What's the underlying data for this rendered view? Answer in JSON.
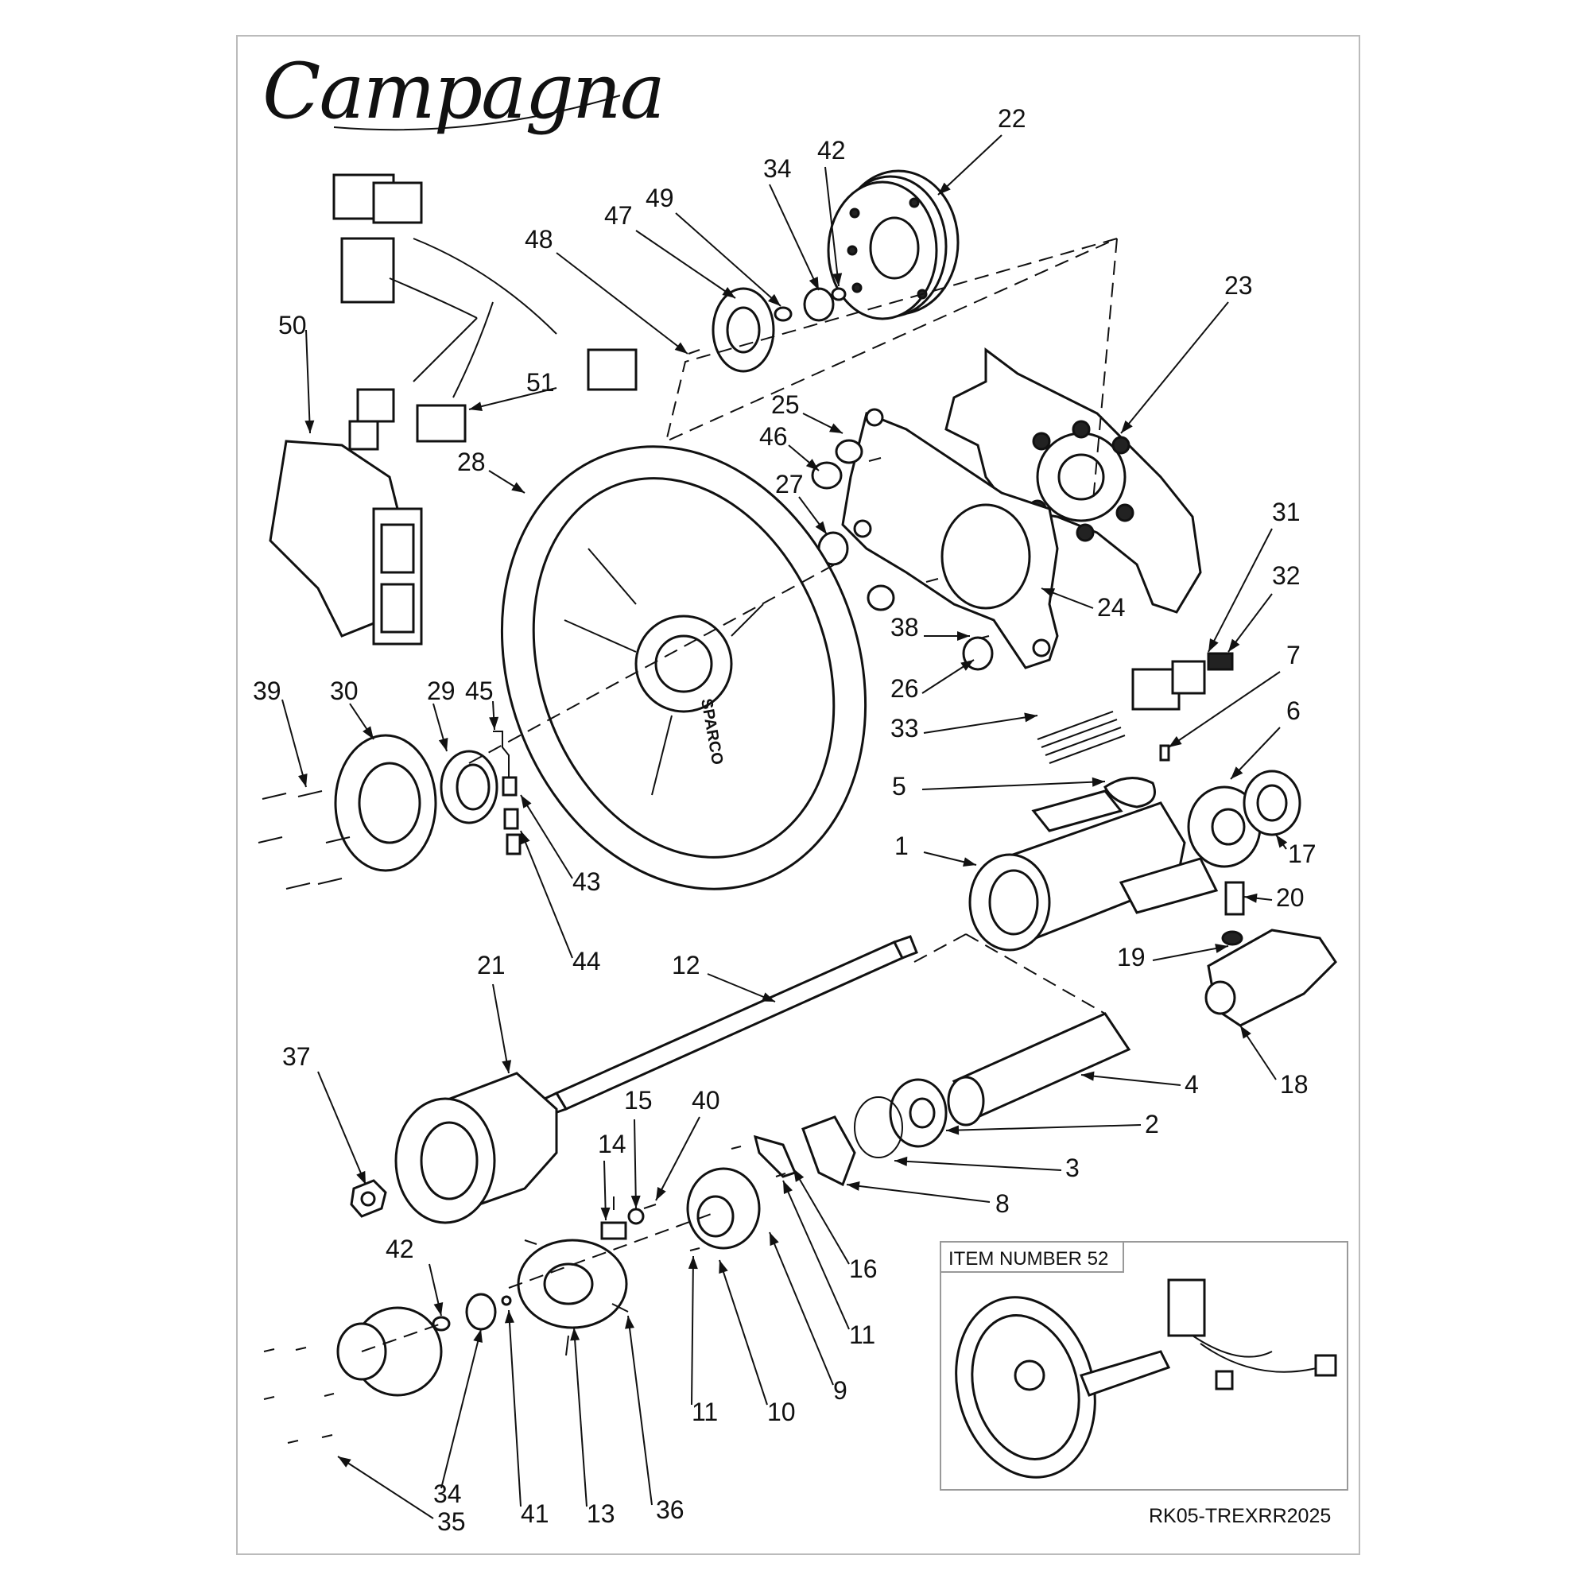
{
  "brand": {
    "logo_text": "Campagna"
  },
  "inset": {
    "title": "ITEM NUMBER 52"
  },
  "document": {
    "number": "RK05-TREXRR2025"
  },
  "callouts": [
    {
      "id": "c1",
      "label": "1"
    },
    {
      "id": "c2",
      "label": "2"
    },
    {
      "id": "c3",
      "label": "3"
    },
    {
      "id": "c4",
      "label": "4"
    },
    {
      "id": "c5",
      "label": "5"
    },
    {
      "id": "c6",
      "label": "6"
    },
    {
      "id": "c7",
      "label": "7"
    },
    {
      "id": "c8",
      "label": "8"
    },
    {
      "id": "c9",
      "label": "9"
    },
    {
      "id": "c10",
      "label": "10"
    },
    {
      "id": "c11a",
      "label": "11"
    },
    {
      "id": "c11b",
      "label": "11"
    },
    {
      "id": "c12",
      "label": "12"
    },
    {
      "id": "c13",
      "label": "13"
    },
    {
      "id": "c14",
      "label": "14"
    },
    {
      "id": "c15",
      "label": "15"
    },
    {
      "id": "c16",
      "label": "16"
    },
    {
      "id": "c17",
      "label": "17"
    },
    {
      "id": "c18",
      "label": "18"
    },
    {
      "id": "c19",
      "label": "19"
    },
    {
      "id": "c20",
      "label": "20"
    },
    {
      "id": "c21",
      "label": "21"
    },
    {
      "id": "c22",
      "label": "22"
    },
    {
      "id": "c23",
      "label": "23"
    },
    {
      "id": "c24",
      "label": "24"
    },
    {
      "id": "c25",
      "label": "25"
    },
    {
      "id": "c26",
      "label": "26"
    },
    {
      "id": "c27",
      "label": "27"
    },
    {
      "id": "c28",
      "label": "28"
    },
    {
      "id": "c29",
      "label": "29"
    },
    {
      "id": "c30",
      "label": "30"
    },
    {
      "id": "c31",
      "label": "31"
    },
    {
      "id": "c32",
      "label": "32"
    },
    {
      "id": "c33",
      "label": "33"
    },
    {
      "id": "c34a",
      "label": "34"
    },
    {
      "id": "c34b",
      "label": "34"
    },
    {
      "id": "c35",
      "label": "35"
    },
    {
      "id": "c36",
      "label": "36"
    },
    {
      "id": "c37",
      "label": "37"
    },
    {
      "id": "c38",
      "label": "38"
    },
    {
      "id": "c39",
      "label": "39"
    },
    {
      "id": "c40",
      "label": "40"
    },
    {
      "id": "c41",
      "label": "41"
    },
    {
      "id": "c42a",
      "label": "42"
    },
    {
      "id": "c42b",
      "label": "42"
    },
    {
      "id": "c43",
      "label": "43"
    },
    {
      "id": "c44",
      "label": "44"
    },
    {
      "id": "c45",
      "label": "45"
    },
    {
      "id": "c46",
      "label": "46"
    },
    {
      "id": "c47",
      "label": "47"
    },
    {
      "id": "c48",
      "label": "48"
    },
    {
      "id": "c49",
      "label": "49"
    },
    {
      "id": "c50",
      "label": "50"
    },
    {
      "id": "c51",
      "label": "51"
    }
  ]
}
